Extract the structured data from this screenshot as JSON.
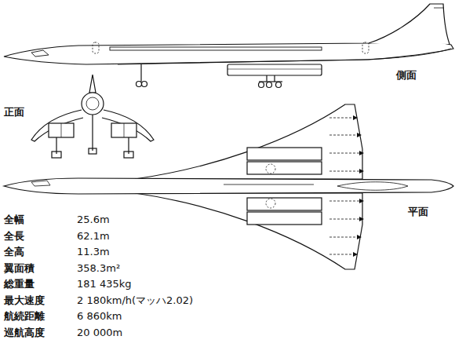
{
  "diagram": {
    "labels": [
      "側面",
      "正面",
      "平面",
      "全幅",
      "25.6m",
      "全長",
      "62.1m",
      "全高",
      "11.3m",
      "翼面積",
      "358.3m²",
      "総重量",
      "181 435kg",
      "最大速度",
      "2 180km/h(マッハ2.02)",
      "航続距離",
      "6 860km",
      "巡航高度",
      "20 000m"
    ]
  }
}
